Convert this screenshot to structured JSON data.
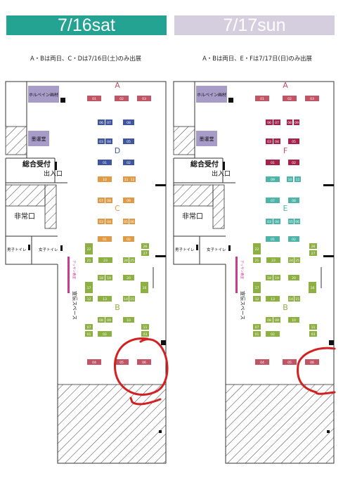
{
  "colors": {
    "day1_banner": "#24a393",
    "day2_banner": "#d4cedf",
    "red": "#c05565",
    "orange": "#e09a45",
    "blue": "#3f55a2",
    "green": "#8db043",
    "teal": "#4eb4a8",
    "crimson": "#a4234b",
    "purple": "#a79cc7",
    "magenta": "#c93b8c",
    "ink": "#d32020"
  },
  "days": [
    {
      "banner": "7/16sat",
      "note": "A・Bは両日、C・Dは7/16日(土)のみ出展",
      "labels": {
        "holbein": "ホルベイン画材",
        "bokuundo": "墨運堂",
        "reception": "総合受付",
        "entrance": "出入口",
        "emergency": "非常口",
        "mens": "男子トイレ",
        "womens": "女子トイレ",
        "promo": "宣伝スペース",
        "dessin": "デッサン教室"
      },
      "zones": [
        {
          "id": "A",
          "label": "A"
        },
        {
          "id": "D",
          "label": "D"
        },
        {
          "id": "C",
          "label": "C"
        },
        {
          "id": "B",
          "label": "B"
        }
      ],
      "booths": [
        {
          "label": "01",
          "c": "red"
        },
        {
          "label": "02",
          "c": "red"
        },
        {
          "label": "03",
          "c": "red"
        },
        {
          "label": "06",
          "c": "blue"
        },
        {
          "label": "07",
          "c": "blue"
        },
        {
          "label": "08",
          "c": "blue"
        },
        {
          "label": "03",
          "c": "blue"
        },
        {
          "label": "04",
          "c": "blue"
        },
        {
          "label": "05",
          "c": "blue"
        },
        {
          "label": "01",
          "c": "blue"
        },
        {
          "label": "02",
          "c": "blue"
        },
        {
          "label": "10",
          "c": "orange"
        },
        {
          "label": "11",
          "c": "orange"
        },
        {
          "label": "12",
          "c": "orange"
        },
        {
          "label": "07",
          "c": "orange"
        },
        {
          "label": "08",
          "c": "orange"
        },
        {
          "label": "09",
          "c": "orange"
        },
        {
          "label": "03",
          "c": "orange"
        },
        {
          "label": "04",
          "c": "orange"
        },
        {
          "label": "05",
          "c": "orange"
        },
        {
          "label": "06",
          "c": "orange"
        },
        {
          "label": "01",
          "c": "orange"
        },
        {
          "label": "02",
          "c": "orange"
        },
        {
          "label": "22",
          "c": "green"
        },
        {
          "label": "26",
          "c": "green"
        },
        {
          "label": "27",
          "c": "green"
        },
        {
          "label": "21",
          "c": "green"
        },
        {
          "label": "23",
          "c": "green"
        },
        {
          "label": "24",
          "c": "green"
        },
        {
          "label": "25",
          "c": "green"
        },
        {
          "label": "18",
          "c": "green"
        },
        {
          "label": "19",
          "c": "green"
        },
        {
          "label": "20",
          "c": "green"
        },
        {
          "label": "17",
          "c": "green"
        },
        {
          "label": "16",
          "c": "green"
        },
        {
          "label": "12",
          "c": "green"
        },
        {
          "label": "13",
          "c": "green"
        },
        {
          "label": "14",
          "c": "green"
        },
        {
          "label": "15",
          "c": "green"
        },
        {
          "label": "08",
          "c": "green"
        },
        {
          "label": "09",
          "c": "green"
        },
        {
          "label": "10",
          "c": "green"
        },
        {
          "label": "07",
          "c": "green"
        },
        {
          "label": "11",
          "c": "green"
        },
        {
          "label": "01",
          "c": "green"
        },
        {
          "label": "02",
          "c": "green"
        },
        {
          "label": "03",
          "c": "green"
        },
        {
          "label": "04",
          "c": "red"
        },
        {
          "label": "05",
          "c": "red"
        },
        {
          "label": "06",
          "c": "red"
        }
      ]
    },
    {
      "banner": "7/17sun",
      "note": "A・Bは両日、E・Fは7/17日(日)のみ出展",
      "labels": {
        "holbein": "ホルベイン画材",
        "bokuundo": "墨運堂",
        "reception": "総合受付",
        "entrance": "出入口",
        "emergency": "非常口",
        "mens": "男子トイレ",
        "womens": "女子トイレ",
        "promo": "宣伝スペース",
        "dessin": "デッサン教室"
      },
      "zones": [
        {
          "id": "A",
          "label": "A"
        },
        {
          "id": "F",
          "label": "F"
        },
        {
          "id": "E",
          "label": "E"
        },
        {
          "id": "B",
          "label": "B"
        }
      ],
      "booths": [
        {
          "label": "01",
          "c": "red"
        },
        {
          "label": "02",
          "c": "red"
        },
        {
          "label": "03",
          "c": "red"
        },
        {
          "label": "06",
          "c": "crimson"
        },
        {
          "label": "07",
          "c": "crimson"
        },
        {
          "label": "08",
          "c": "crimson"
        },
        {
          "label": "09",
          "c": "crimson"
        },
        {
          "label": "03",
          "c": "crimson"
        },
        {
          "label": "04",
          "c": "crimson"
        },
        {
          "label": "05",
          "c": "crimson"
        },
        {
          "label": "01",
          "c": "crimson"
        },
        {
          "label": "02",
          "c": "crimson"
        },
        {
          "label": "09",
          "c": "teal"
        },
        {
          "label": "10",
          "c": "teal"
        },
        {
          "label": "11",
          "c": "teal"
        },
        {
          "label": "07",
          "c": "teal"
        },
        {
          "label": "08",
          "c": "teal"
        },
        {
          "label": "03",
          "c": "teal"
        },
        {
          "label": "04",
          "c": "teal"
        },
        {
          "label": "05",
          "c": "teal"
        },
        {
          "label": "06",
          "c": "teal"
        },
        {
          "label": "01",
          "c": "teal"
        },
        {
          "label": "02",
          "c": "teal"
        },
        {
          "label": "22",
          "c": "green"
        },
        {
          "label": "26",
          "c": "green"
        },
        {
          "label": "27",
          "c": "green"
        },
        {
          "label": "21",
          "c": "green"
        },
        {
          "label": "23",
          "c": "green"
        },
        {
          "label": "24",
          "c": "green"
        },
        {
          "label": "25",
          "c": "green"
        },
        {
          "label": "18",
          "c": "green"
        },
        {
          "label": "19",
          "c": "green"
        },
        {
          "label": "20",
          "c": "green"
        },
        {
          "label": "17",
          "c": "green"
        },
        {
          "label": "16",
          "c": "green"
        },
        {
          "label": "12",
          "c": "green"
        },
        {
          "label": "13",
          "c": "green"
        },
        {
          "label": "14",
          "c": "green"
        },
        {
          "label": "15",
          "c": "green"
        },
        {
          "label": "08",
          "c": "green"
        },
        {
          "label": "09",
          "c": "green"
        },
        {
          "label": "10",
          "c": "green"
        },
        {
          "label": "07",
          "c": "green"
        },
        {
          "label": "11",
          "c": "green"
        },
        {
          "label": "01",
          "c": "green"
        },
        {
          "label": "02",
          "c": "green"
        },
        {
          "label": "03",
          "c": "green"
        },
        {
          "label": "04",
          "c": "red"
        },
        {
          "label": "05",
          "c": "red"
        },
        {
          "label": "06",
          "c": "red"
        }
      ]
    }
  ]
}
